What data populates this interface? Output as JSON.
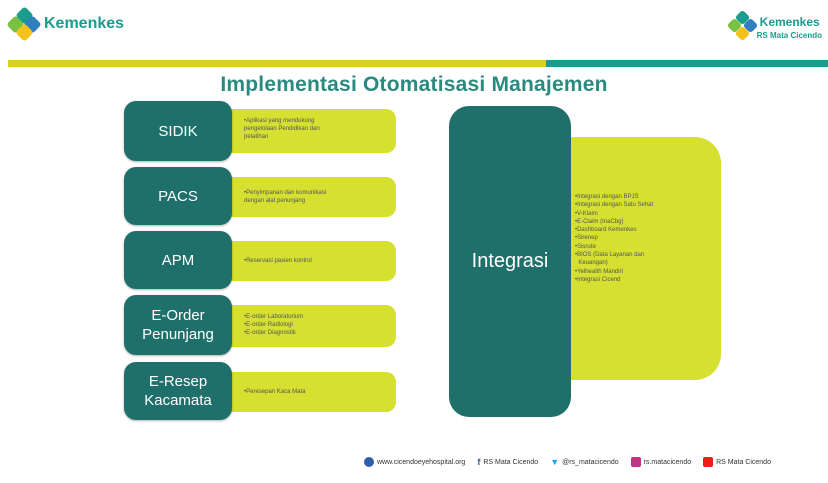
{
  "header": {
    "logo_left_text": "Kemenkes",
    "logo_right_text": "Kemenkes",
    "logo_right_sub": "RS Mata Cicendo",
    "colors": {
      "yellow": "#d7cf2a",
      "teal": "#1a9c8e"
    }
  },
  "title": "Implementasi Otomatisasi Manajemen",
  "rows": [
    {
      "label": "SIDIK",
      "items": [
        "•Aplikasi yang mendukung",
        "pengelolaan Pendidikan dan",
        "pelatihan"
      ]
    },
    {
      "label": "PACS",
      "items": [
        "•Penyimpanan dan komunikasi",
        "dengan alat penunjang"
      ]
    },
    {
      "label": "APM",
      "items": [
        "•Reservasi pasien kontrol"
      ]
    },
    {
      "label": "E-Order Penunjang",
      "items": [
        "•E-order Laboratorium",
        "•E-order Radiologi",
        "•E-order Diagnostik"
      ]
    },
    {
      "label": "E-Resep Kacamata",
      "items": [
        "•Peresepan Kaca Mata"
      ]
    }
  ],
  "integrasi": {
    "label": "Integrasi",
    "items": [
      "•Integrasi dengan BPJS",
      "•Integrasi dengan Satu Sehat",
      "•V-Klaim",
      "•E-Claim (InaCbg)",
      "•Dashboard Kemenkes",
      "•Sirenep",
      "•Sisrute",
      "•BIOS (Data Layanan dan",
      "  Keuangan)",
      "•Yelhealth Mandiri",
      "•Integrasi Cicend"
    ]
  },
  "footer": {
    "website": "www.cicendoeyehospital.org",
    "facebook": "RS Mata Cicendo",
    "twitter": "@rs_matacicendo",
    "instagram": "rs.matacicendo",
    "youtube": "RS Mata Cicendo"
  }
}
